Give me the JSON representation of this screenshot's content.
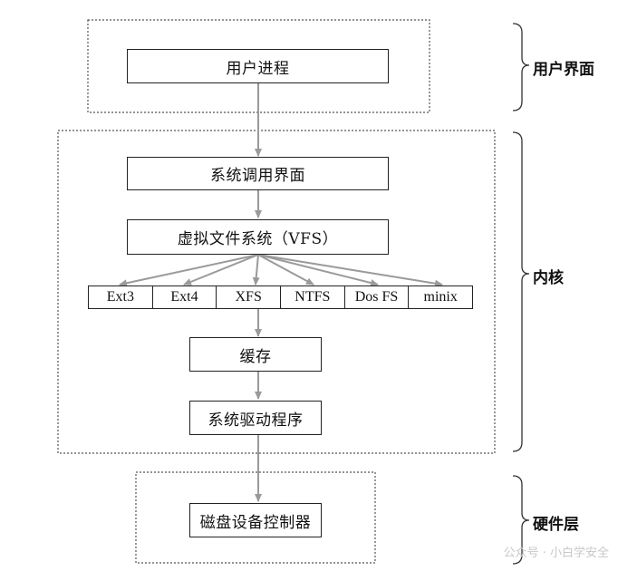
{
  "layers": {
    "user": "用户界面",
    "kernel": "内核",
    "hardware": "硬件层"
  },
  "boxes": {
    "user_process": "用户进程",
    "syscall": "系统调用界面",
    "vfs": "虚拟文件系统（VFS）",
    "cache": "缓存",
    "driver": "系统驱动程序",
    "disk_controller": "磁盘设备控制器"
  },
  "filesystems": [
    "Ext3",
    "Ext4",
    "XFS",
    "NTFS",
    "Dos FS",
    "minix"
  ],
  "watermark": "公众号 · 小白学安全",
  "colors": {
    "arrow": "#9a9a9a",
    "border": "#222222",
    "dashed": "#555555"
  }
}
